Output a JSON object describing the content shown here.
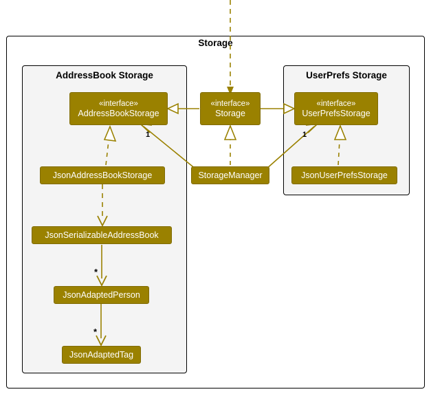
{
  "diagram": {
    "type": "uml-class-diagram",
    "accent_color": "#9A8100",
    "package_fill": "#f4f4f4",
    "frame_color": "#000000",
    "line_color": "#9A8100"
  },
  "packages": {
    "outer": {
      "title": "Storage"
    },
    "addressbook": {
      "title": "AddressBook Storage"
    },
    "userprefs": {
      "title": "UserPrefs Storage"
    }
  },
  "classes": {
    "address_book_storage": {
      "stereotype": "«interface»",
      "name": "AddressBookStorage"
    },
    "storage": {
      "stereotype": "«interface»",
      "name": "Storage"
    },
    "user_prefs_storage": {
      "stereotype": "«interface»",
      "name": "UserPrefsStorage"
    },
    "json_address_book_storage": {
      "stereotype": "",
      "name": "JsonAddressBookStorage"
    },
    "storage_manager": {
      "stereotype": "",
      "name": "StorageManager"
    },
    "json_user_prefs_storage": {
      "stereotype": "",
      "name": "JsonUserPrefsStorage"
    },
    "json_serializable_address_book": {
      "stereotype": "",
      "name": "JsonSerializableAddressBook"
    },
    "json_adapted_person": {
      "stereotype": "",
      "name": "JsonAdaptedPerson"
    },
    "json_adapted_tag": {
      "stereotype": "",
      "name": "JsonAdaptedTag"
    }
  },
  "multiplicities": {
    "storage_manager_to_abs": "1",
    "storage_manager_to_ups": "1",
    "serializable_to_person": "*",
    "person_to_tag": "*"
  },
  "relationships": [
    {
      "from": "Storage",
      "to": "AddressBookStorage",
      "kind": "generalization"
    },
    {
      "from": "Storage",
      "to": "UserPrefsStorage",
      "kind": "generalization"
    },
    {
      "from": "JsonAddressBookStorage",
      "to": "AddressBookStorage",
      "kind": "realization"
    },
    {
      "from": "JsonUserPrefsStorage",
      "to": "UserPrefsStorage",
      "kind": "realization"
    },
    {
      "from": "StorageManager",
      "to": "Storage",
      "kind": "realization"
    },
    {
      "from": "StorageManager",
      "to": "AddressBookStorage",
      "kind": "association",
      "multiplicity": "1"
    },
    {
      "from": "StorageManager",
      "to": "UserPrefsStorage",
      "kind": "association",
      "multiplicity": "1"
    },
    {
      "from": "JsonAddressBookStorage",
      "to": "JsonSerializableAddressBook",
      "kind": "dependency"
    },
    {
      "from": "JsonSerializableAddressBook",
      "to": "JsonAdaptedPerson",
      "kind": "association",
      "multiplicity": "*"
    },
    {
      "from": "JsonAdaptedPerson",
      "to": "JsonAdaptedTag",
      "kind": "association",
      "multiplicity": "*"
    },
    {
      "from": "external",
      "to": "Storage",
      "kind": "dependency"
    }
  ]
}
